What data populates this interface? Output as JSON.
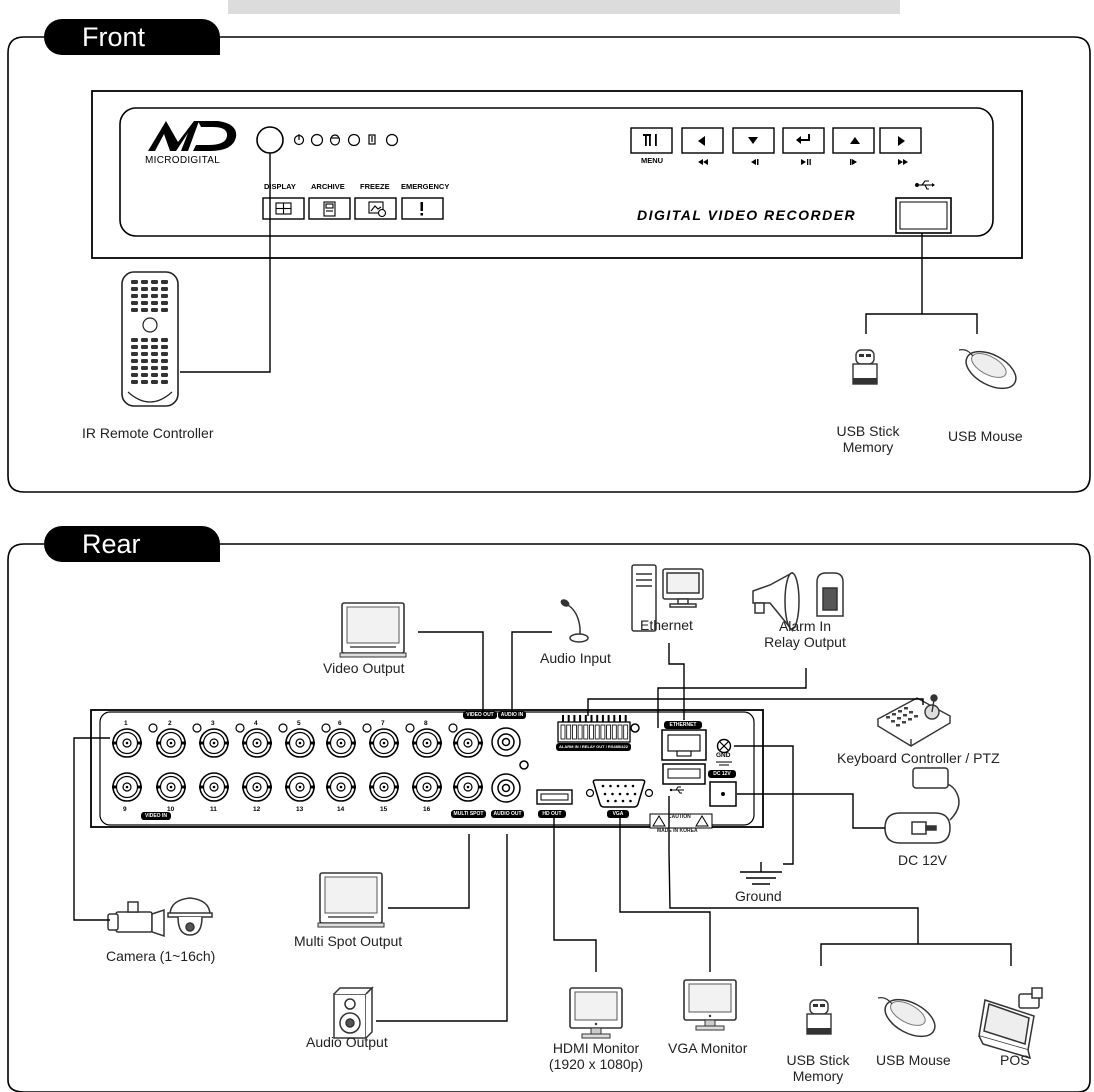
{
  "header_bar_color": "#dcdcdc",
  "front": {
    "tab": "Front",
    "brand_initials": "MD",
    "brand_name": "MICRODIGITAL",
    "mode_buttons": [
      "DISPLAY",
      "ARCHIVE",
      "FREEZE",
      "EMERGENCY"
    ],
    "menu_label": "MENU",
    "product_title": "DIGITAL VIDEO RECORDER",
    "remote_label": "IR Remote Controller",
    "usb_stick_label": [
      "USB Stick",
      "Memory"
    ],
    "usb_mouse_label": "USB Mouse"
  },
  "rear": {
    "tab": "Rear",
    "channel_numbers_top": [
      "1",
      "2",
      "3",
      "4",
      "5",
      "6",
      "7",
      "8"
    ],
    "channel_numbers_bottom": [
      "9",
      "10",
      "11",
      "12",
      "13",
      "14",
      "15",
      "16"
    ],
    "panel_labels": {
      "video_in": "VIDEO IN",
      "video_out": "VIDEO OUT",
      "audio_in": "AUDIO IN",
      "multi_spot": "MULTI SPOT",
      "audio_out": "AUDIO OUT",
      "hd_out": "HD OUT",
      "vga": "VGA",
      "alarm_relay": "ALARM IN / RELAY OUT / RS485/422",
      "ethernet": "ETHERNET",
      "gnd": "GND",
      "dc12v": "DC 12V",
      "caution": "CAUTION",
      "made_in": "MADE IN KOREA"
    },
    "labels": {
      "video_output": "Video Output",
      "audio_input": "Audio Input",
      "ethernet": "Ethernet",
      "alarm_in": "Alarm In",
      "relay_output": "Relay  Output",
      "keyboard": "Keyboard Controller / PTZ",
      "dc12v": "DC 12V",
      "ground": "Ground",
      "camera": "Camera (1~16ch)",
      "multi_spot_output": "Multi Spot Output",
      "audio_output": "Audio Output",
      "hdmi_monitor": [
        "HDMI Monitor",
        "(1920 x 1080p)"
      ],
      "vga_monitor": "VGA Monitor",
      "usb_stick": [
        "USB Stick",
        "Memory"
      ],
      "usb_mouse": "USB Mouse",
      "pos": "POS"
    }
  }
}
